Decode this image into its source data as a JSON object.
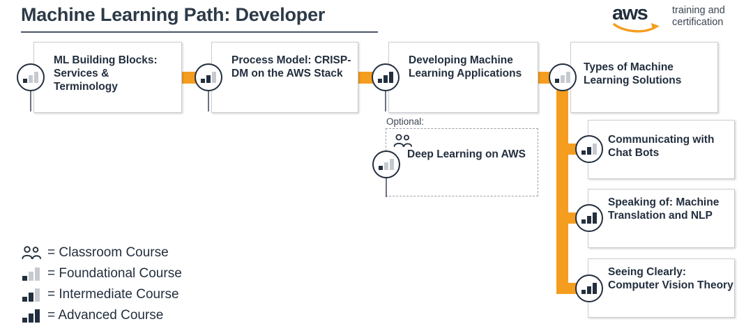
{
  "header": {
    "title": "Machine Learning Path: Developer",
    "logo": {
      "wordmark": "aws",
      "tagline_line1": "training and",
      "tagline_line2": "certification"
    }
  },
  "colors": {
    "accent_orange": "#f59d1f",
    "text_dark": "#232f3e",
    "box_border": "#c9ccd1",
    "bar_on": "#232f3e",
    "bar_off": "#c6cad0"
  },
  "track": {
    "main_courses": [
      {
        "title": "ML Building Blocks: Services & Terminology",
        "level": "foundational"
      },
      {
        "title": "Process Model: CRISP-DM on the AWS Stack",
        "level": "intermediate"
      },
      {
        "title": "Developing Machine Learning Applications",
        "level": "advanced"
      },
      {
        "title": "Types of Machine Learning Solutions",
        "level": "foundational"
      }
    ],
    "optional": {
      "label": "Optional:",
      "course": {
        "title": "Deep Learning on AWS",
        "level": "foundational",
        "classroom": true
      }
    },
    "branch_courses": [
      {
        "title": "Communicating with Chat Bots",
        "level": "intermediate"
      },
      {
        "title": "Speaking of: Machine Translation and NLP",
        "level": "advanced"
      },
      {
        "title": "Seeing Clearly: Computer Vision Theory",
        "level": "advanced"
      }
    ]
  },
  "legend": {
    "items": [
      {
        "icon": "classroom",
        "text": "= Classroom Course"
      },
      {
        "icon": "foundational",
        "text": "= Foundational Course"
      },
      {
        "icon": "intermediate",
        "text": "= Intermediate Course"
      },
      {
        "icon": "advanced",
        "text": "= Advanced Course"
      }
    ]
  }
}
